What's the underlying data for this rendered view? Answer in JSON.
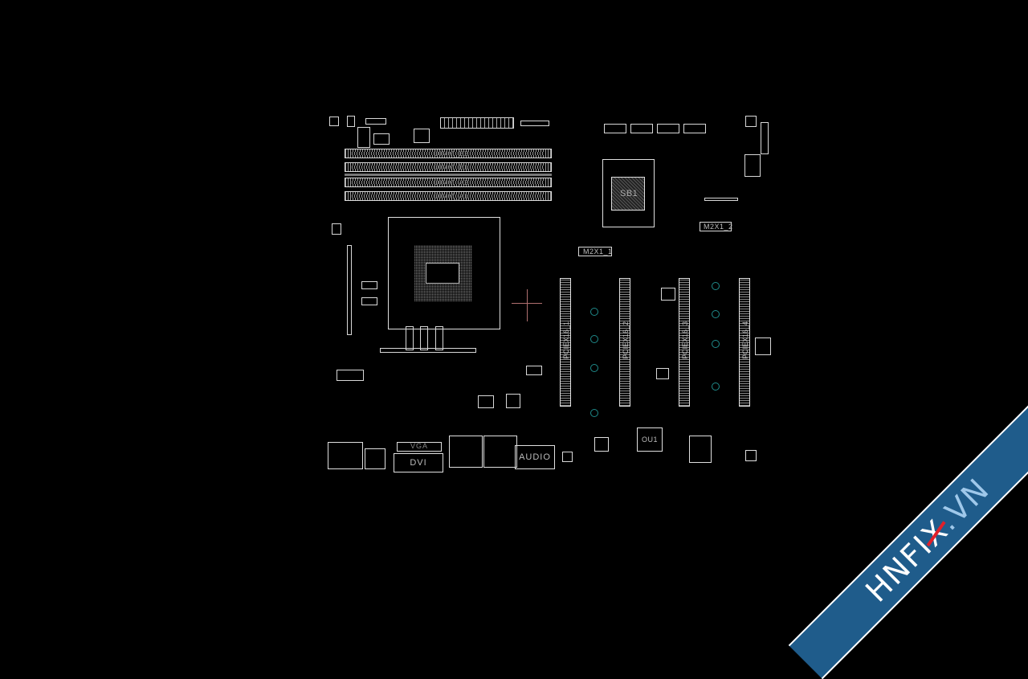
{
  "viewer": {
    "background": "#000000",
    "outline_color": "#d8d8d8",
    "hole_color": "#1f8a8a",
    "cursor_color": "#b07070"
  },
  "board": {
    "dimm_slots": [
      {
        "label": "DIMM_B2"
      },
      {
        "label": "DIMM_B1"
      },
      {
        "label": "DIMM_A2"
      },
      {
        "label": "DIMM_A1"
      }
    ],
    "chipset": {
      "label": "SB1"
    },
    "m2_slots": [
      {
        "label": "M2X1_1"
      },
      {
        "label": "M2X1_2"
      }
    ],
    "pcie_slots": [
      {
        "label": "PCIEX16_1"
      },
      {
        "label": "PCIEX16_2"
      },
      {
        "label": "PCIEX16_3"
      },
      {
        "label": "PCIEX16_4"
      }
    ],
    "ic_labels": [
      {
        "label": "OU1"
      }
    ],
    "rear_io": [
      {
        "label": "VGA"
      },
      {
        "label": "DVI"
      },
      {
        "label": "AUDIO"
      }
    ]
  },
  "watermark": {
    "text_main": "HNFI",
    "text_x": "X",
    "text_tail": ".VN",
    "color": "#1f5c8b",
    "accent": "#e0202a"
  }
}
